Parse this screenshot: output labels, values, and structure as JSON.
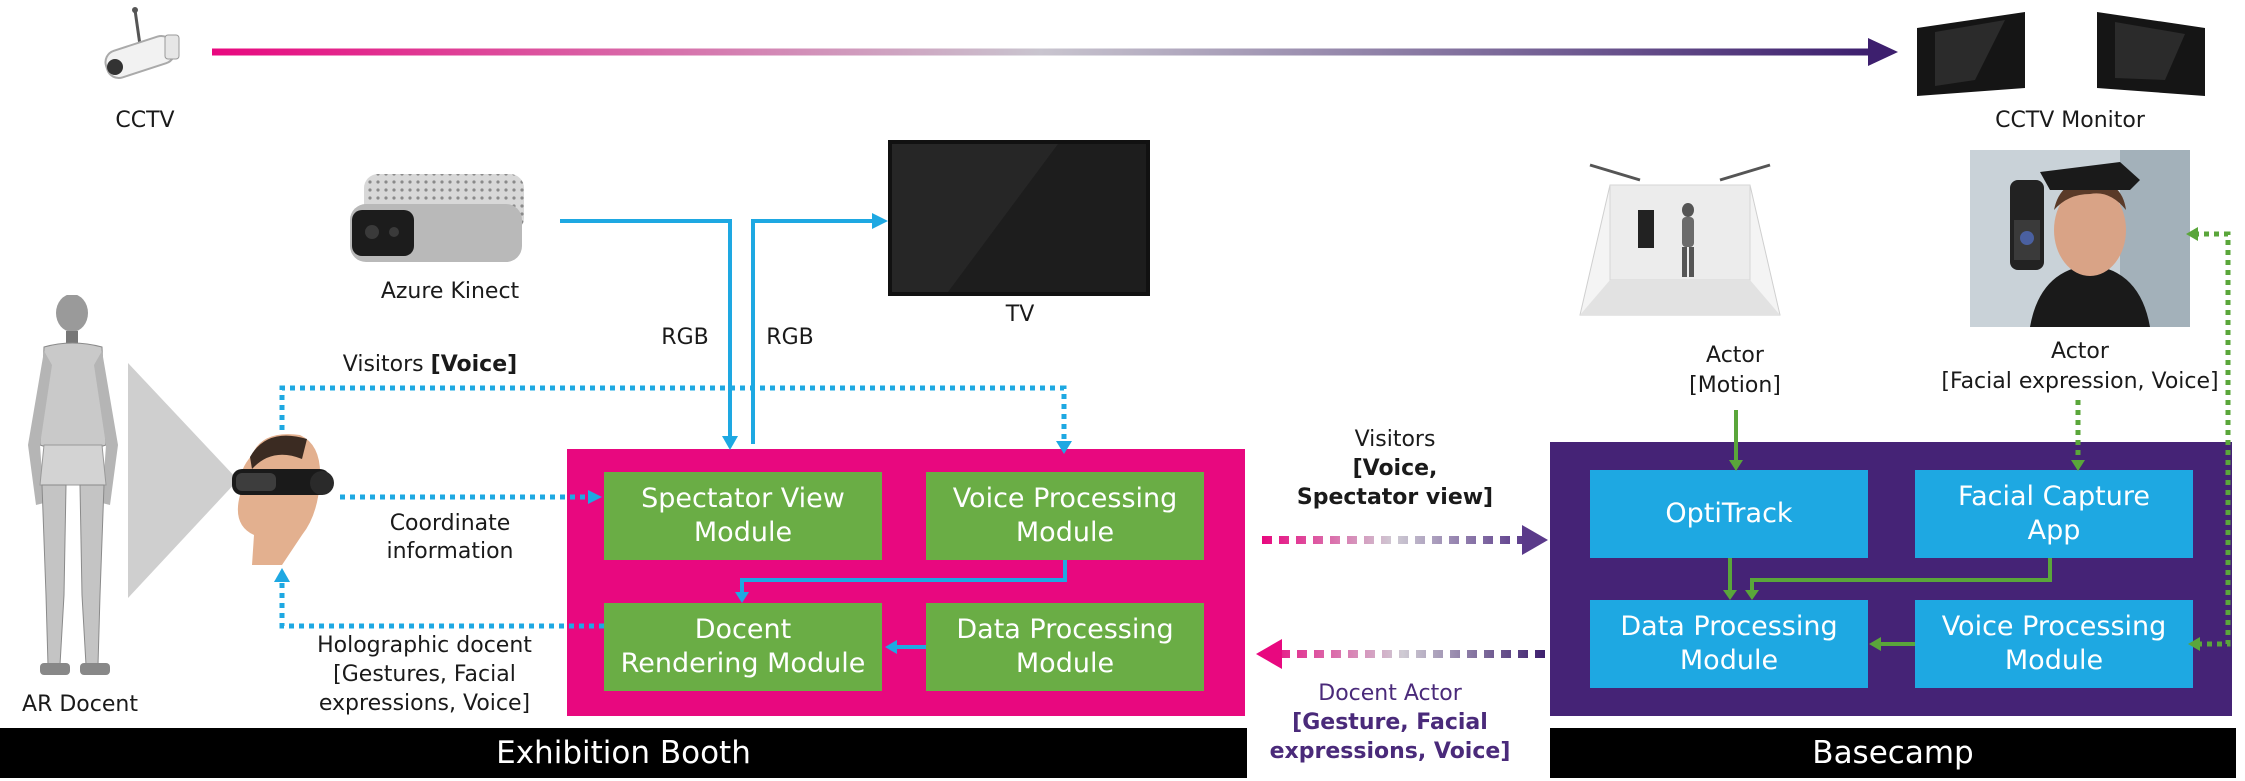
{
  "labels": {
    "cctv": "CCTV",
    "cctv_monitor": "CCTV Monitor",
    "azure_kinect": "Azure Kinect",
    "tv": "TV",
    "rgb_left": "RGB",
    "rgb_right": "RGB",
    "visitors_voice_prefix": "Visitors",
    "visitors_voice_bold": "[Voice]",
    "coordinate_line1": "Coordinate",
    "coordinate_line2": "information",
    "holo_line1": "Holographic docent",
    "holo_line2": "[Gestures, Facial",
    "holo_line3": "expressions, Voice]",
    "ar_docent": "AR Docent",
    "actor_motion_line1": "Actor",
    "actor_motion_line2": "[Motion]",
    "actor_face_line1": "Actor",
    "actor_face_line2": "[Facial expression, Voice]",
    "visitors_mid_line1": "Visitors",
    "visitors_mid_line2": "[Voice,",
    "visitors_mid_line3": "Spectator view]",
    "docent_actor_line1": "Docent Actor",
    "docent_actor_line2": "[Gesture, Facial",
    "docent_actor_line3": "expressions, Voice]"
  },
  "booth_modules": {
    "spectator_line1": "Spectator View",
    "spectator_line2": "Module",
    "voice_line1": "Voice Processing",
    "voice_line2": "Module",
    "docent_line1": "Docent",
    "docent_line2": "Rendering Module",
    "data_line1": "Data Processing",
    "data_line2": "Module"
  },
  "basecamp_modules": {
    "optitrack": "OptiTrack",
    "facial_line1": "Facial Capture",
    "facial_line2": "App",
    "data_line1": "Data Processing",
    "data_line2": "Module",
    "voice_line1": "Voice Processing",
    "voice_line2": "Module"
  },
  "sections": {
    "exhibition_booth": "Exhibition Booth",
    "basecamp": "Basecamp"
  },
  "icons": [
    "cctv-camera-icon",
    "cctv-monitor-icon",
    "azure-kinect-icon",
    "tv-icon",
    "ar-docent-robot-icon",
    "hololens-user-icon",
    "mocap-studio-icon",
    "face-capture-actor-icon"
  ],
  "colors": {
    "booth_panel": "#e8087f",
    "basecamp_panel": "#452376",
    "green_module": "#6aad45",
    "blue_module": "#1ea8e2",
    "cyan_arrow": "#1ea8e2",
    "green_arrow": "#5aa63a",
    "label_purple": "#4a2a7a"
  }
}
